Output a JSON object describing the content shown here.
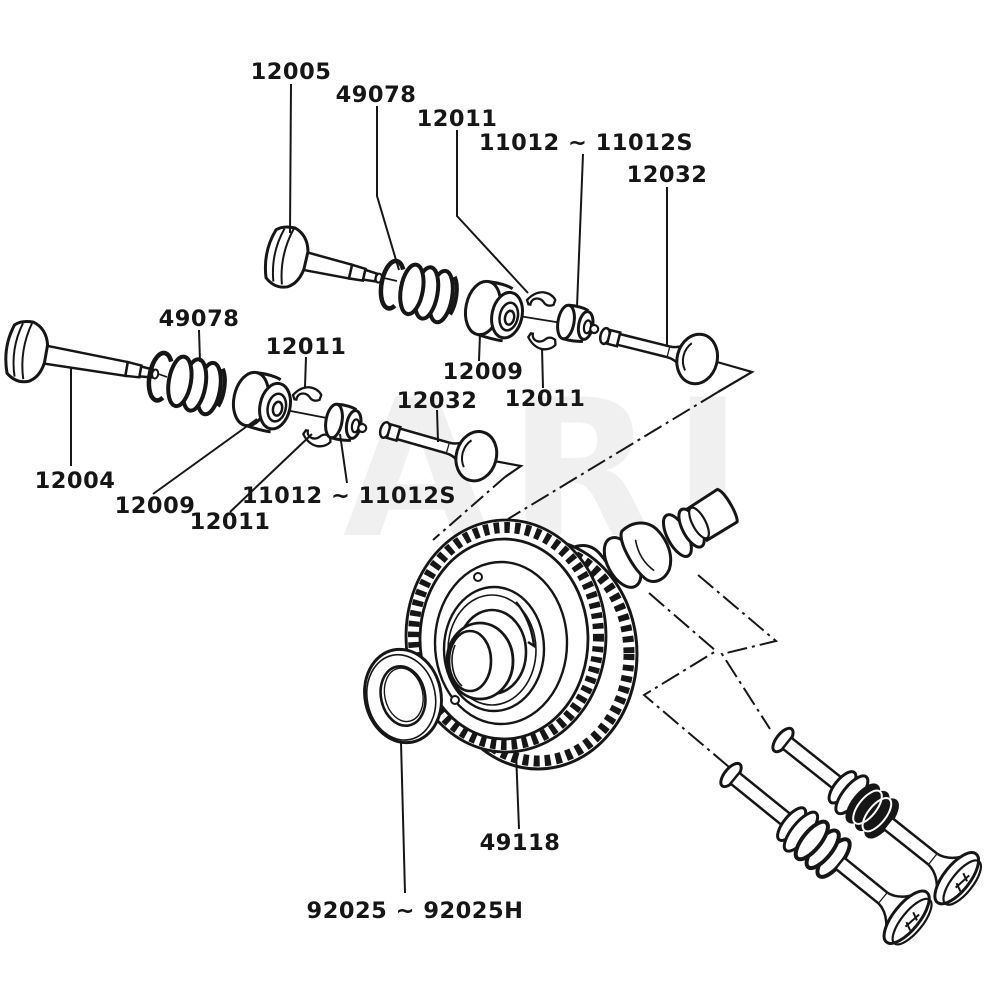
{
  "diagram": {
    "kind": "exploded-parts-diagram",
    "watermark": "ARI",
    "colors": {
      "line": "#161616",
      "background": "#ffffff",
      "watermark": "#f0f0f0"
    },
    "labels": [
      {
        "id": "valve-12005",
        "text": "12005"
      },
      {
        "id": "spring-49078-upper",
        "text": "49078"
      },
      {
        "id": "keeper-12011-upper",
        "text": "12011"
      },
      {
        "id": "tappet-11012-upper",
        "text": "11012 ∼ 11012S"
      },
      {
        "id": "valve-12032-upper",
        "text": "12032"
      },
      {
        "id": "spring-49078-left",
        "text": "49078"
      },
      {
        "id": "keeper-12011-left",
        "text": "12011"
      },
      {
        "id": "retainer-12009-upper",
        "text": "12009"
      },
      {
        "id": "valve-12032-left",
        "text": "12032"
      },
      {
        "id": "keeper-12011-upper-2",
        "text": "12011"
      },
      {
        "id": "valve-12004",
        "text": "12004"
      },
      {
        "id": "retainer-12009-left",
        "text": "12009"
      },
      {
        "id": "keeper-12011-left-2",
        "text": "12011"
      },
      {
        "id": "tappet-11012-left",
        "text": "11012 ∼ 11012S"
      },
      {
        "id": "gear-49118",
        "text": "49118"
      },
      {
        "id": "shim-92025",
        "text": "92025 ∼ 92025H"
      }
    ]
  }
}
